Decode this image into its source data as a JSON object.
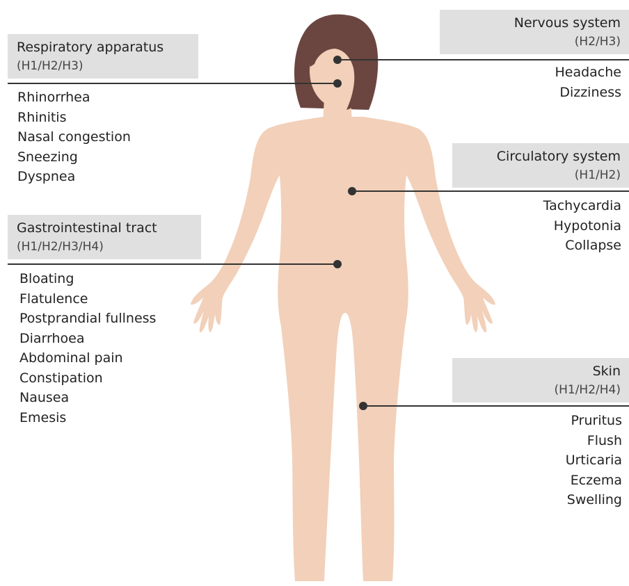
{
  "colors": {
    "skin": "#f2d0b9",
    "hair": "#6b4640",
    "header_background": "#e0e0e0",
    "marker": "#333333"
  },
  "groups": {
    "respiratory": {
      "title": "Respiratory apparatus",
      "codes": "(H1/H2/H3)",
      "symptoms": [
        "Rhinorrhea",
        "Rhinitis",
        "Nasal congestion",
        "Sneezing",
        "Dyspnea"
      ]
    },
    "gastrointestinal": {
      "title": "Gastrointestinal tract",
      "codes": "(H1/H2/H3/H4)",
      "symptoms": [
        "Bloating",
        "Flatulence",
        "Postprandial fullness",
        "Diarrhoea",
        "Abdominal pain",
        "Constipation",
        "Nausea",
        "Emesis"
      ]
    },
    "nervous": {
      "title": "Nervous system",
      "codes": "(H2/H3)",
      "symptoms": [
        "Headache",
        "Dizziness"
      ]
    },
    "circulatory": {
      "title": "Circulatory system",
      "codes": "(H1/H2)",
      "symptoms": [
        "Tachycardia",
        "Hypotonia",
        "Collapse"
      ]
    },
    "skin": {
      "title": "Skin",
      "codes": "(H1/H2/H4)",
      "symptoms": [
        "Pruritus",
        "Flush",
        "Urticaria",
        "Eczema",
        "Swelling"
      ]
    }
  }
}
